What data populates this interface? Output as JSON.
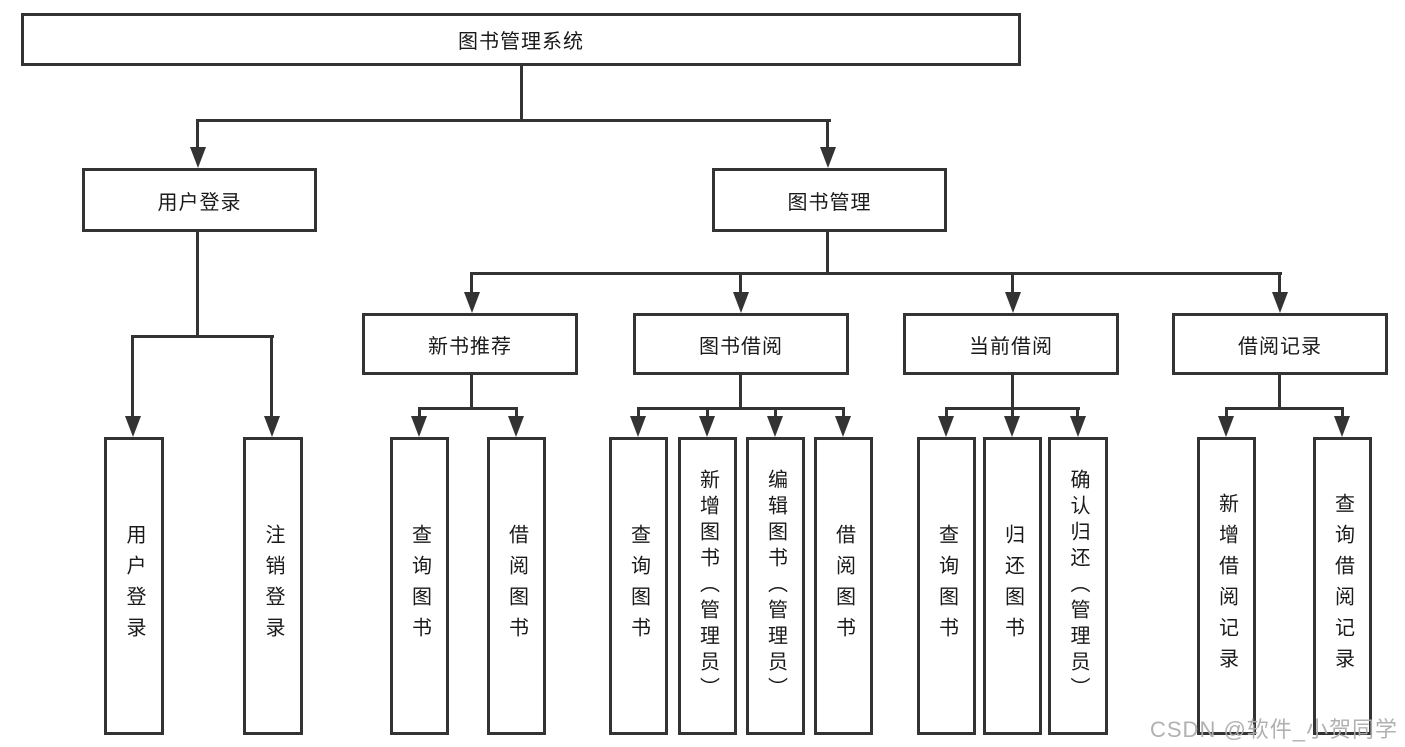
{
  "diagram_title": "图书管理系统",
  "nodes": {
    "root": {
      "label": "图书管理系统"
    },
    "user_login": {
      "label": "用户登录",
      "children": [
        "用户登录",
        "注销登录"
      ]
    },
    "book_management": {
      "label": "图书管理"
    },
    "new_book_recommend": {
      "label": "新书推荐",
      "children": [
        "查询图书",
        "借阅图书"
      ]
    },
    "book_borrow": {
      "label": "图书借阅",
      "children": [
        "查询图书",
        "新增图书（管理员）",
        "编辑图书（管理员）",
        "借阅图书"
      ]
    },
    "current_borrow": {
      "label": "当前借阅",
      "children": [
        "查询图书",
        "归还图书",
        "确认归还（管理员）"
      ]
    },
    "borrow_records": {
      "label": "借阅记录",
      "children": [
        "新增借阅记录",
        "查询借阅记录"
      ]
    }
  },
  "watermark": {
    "text": "CSDN @软件_小贺同学"
  },
  "colors": {
    "line": "#333333",
    "box_border": "#333333",
    "text": "#1a1a1a",
    "watermark": "#adadad",
    "background": "#ffffff"
  }
}
